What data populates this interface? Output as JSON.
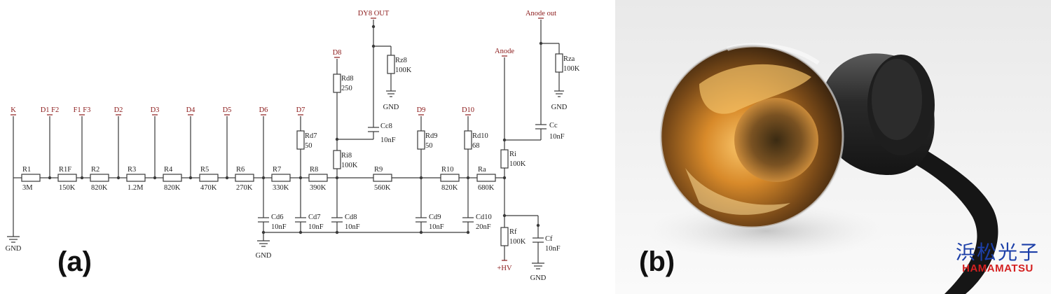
{
  "panel_labels": {
    "a": "(a)",
    "b": "(b)"
  },
  "schematic": {
    "top_labels": [
      "K",
      "D1 F2",
      "F1 F3",
      "D2",
      "D3",
      "D4",
      "D5",
      "D6",
      "D7",
      "D8",
      "DY8 OUT",
      "D9",
      "D10",
      "Anode",
      "Anode out"
    ],
    "resistor_chain": [
      {
        "name": "R1",
        "value": "3M"
      },
      {
        "name": "R1F",
        "value": "150K"
      },
      {
        "name": "R2",
        "value": "820K"
      },
      {
        "name": "R3",
        "value": "1.2M"
      },
      {
        "name": "R4",
        "value": "820K"
      },
      {
        "name": "R5",
        "value": "470K"
      },
      {
        "name": "R6",
        "value": "270K"
      },
      {
        "name": "R7",
        "value": "330K"
      },
      {
        "name": "R8",
        "value": "390K"
      },
      {
        "name": "R9",
        "value": "560K"
      },
      {
        "name": "R10",
        "value": "820K"
      },
      {
        "name": "Ra",
        "value": "680K"
      }
    ],
    "damping_resistors": [
      {
        "name": "Rd7",
        "value": "50"
      },
      {
        "name": "Rd8",
        "value": "250"
      },
      {
        "name": "Rd9",
        "value": "50"
      },
      {
        "name": "Rd10",
        "value": "68"
      }
    ],
    "other_resistors": [
      {
        "name": "Ri8",
        "value": "100K"
      },
      {
        "name": "Rz8",
        "value": "100K"
      },
      {
        "name": "Ri",
        "value": "100K"
      },
      {
        "name": "Rza",
        "value": "100K"
      },
      {
        "name": "Rf",
        "value": "100K"
      }
    ],
    "decoupling_caps": [
      {
        "name": "Cd6",
        "value": "10nF"
      },
      {
        "name": "Cd7",
        "value": "10nF"
      },
      {
        "name": "Cd8",
        "value": "10nF"
      },
      {
        "name": "Cd9",
        "value": "10nF"
      },
      {
        "name": "Cd10",
        "value": "20nF"
      }
    ],
    "other_caps": [
      {
        "name": "Cc8",
        "value": "10nF"
      },
      {
        "name": "Cc",
        "value": "10nF"
      },
      {
        "name": "Cf",
        "value": "10nF"
      }
    ],
    "gnd_label": "GND",
    "hv_label": "+HV"
  },
  "photo": {
    "logo_kanji": "浜松光子",
    "logo_text": "HAMAMATSU"
  },
  "colors": {
    "wire": "#3a3a3a",
    "label_red": "#8b1a1a",
    "text": "#222222",
    "logo_blue": "#1c3fa8",
    "logo_red": "#d42020"
  }
}
